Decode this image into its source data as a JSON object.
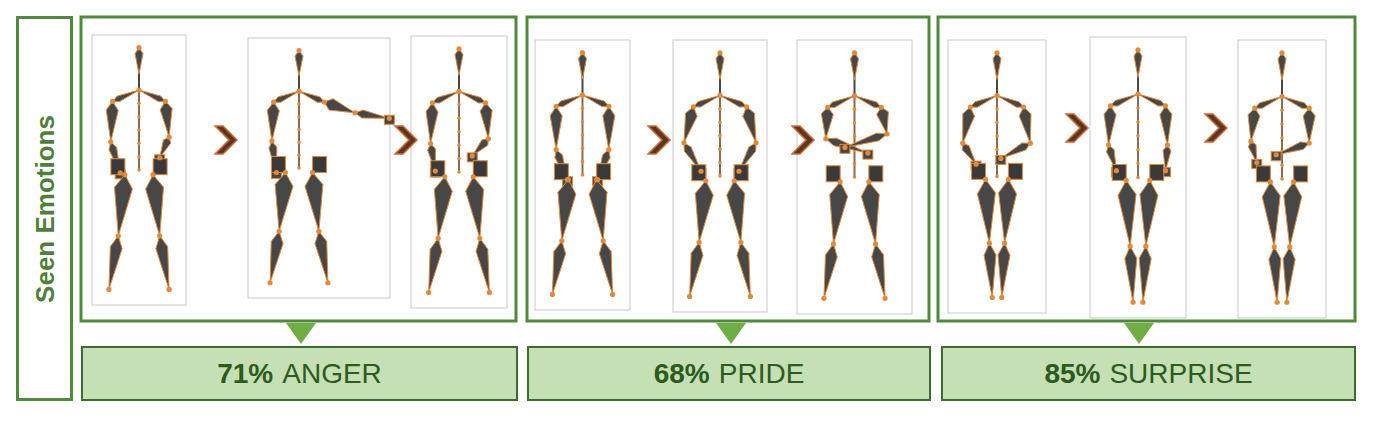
{
  "diagram": {
    "nodes": [
      {
        "text": [
          "Seen Emotions"
        ]
      },
      {
        "text": [
          "71%",
          "ANGER"
        ]
      },
      {
        "text": [
          "68%",
          "PRIDE"
        ]
      },
      {
        "text": [
          "85%",
          "SURPRISE"
        ]
      }
    ]
  }
}
